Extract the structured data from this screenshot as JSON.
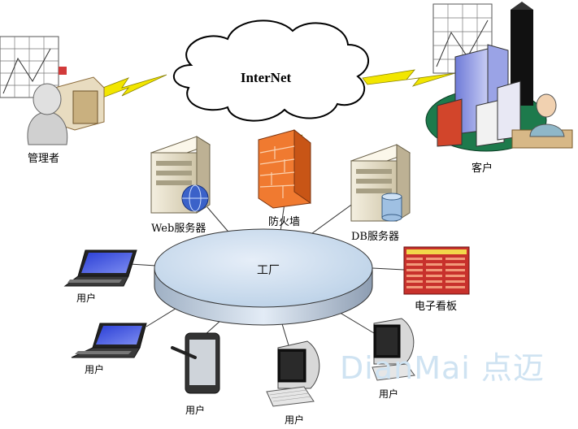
{
  "internet_label": "InterNet",
  "factory_label": "工厂",
  "nodes": {
    "admin": "管理者",
    "customer": "客户",
    "web_server": "Web服务器",
    "firewall": "防火墙",
    "db_server": "DB服务器",
    "signboard": "电子看板",
    "user_laptop_1": "用户",
    "user_laptop_2": "用户",
    "user_tablet": "用户",
    "user_desktop_1": "用户",
    "user_desktop_2": "用户"
  },
  "watermark": "DianMai 点迈",
  "colors": {
    "lightning": "#f2e600",
    "factory_top": "#c9dcef",
    "firewall": "#f07a30",
    "signboard": "#c8312c"
  }
}
